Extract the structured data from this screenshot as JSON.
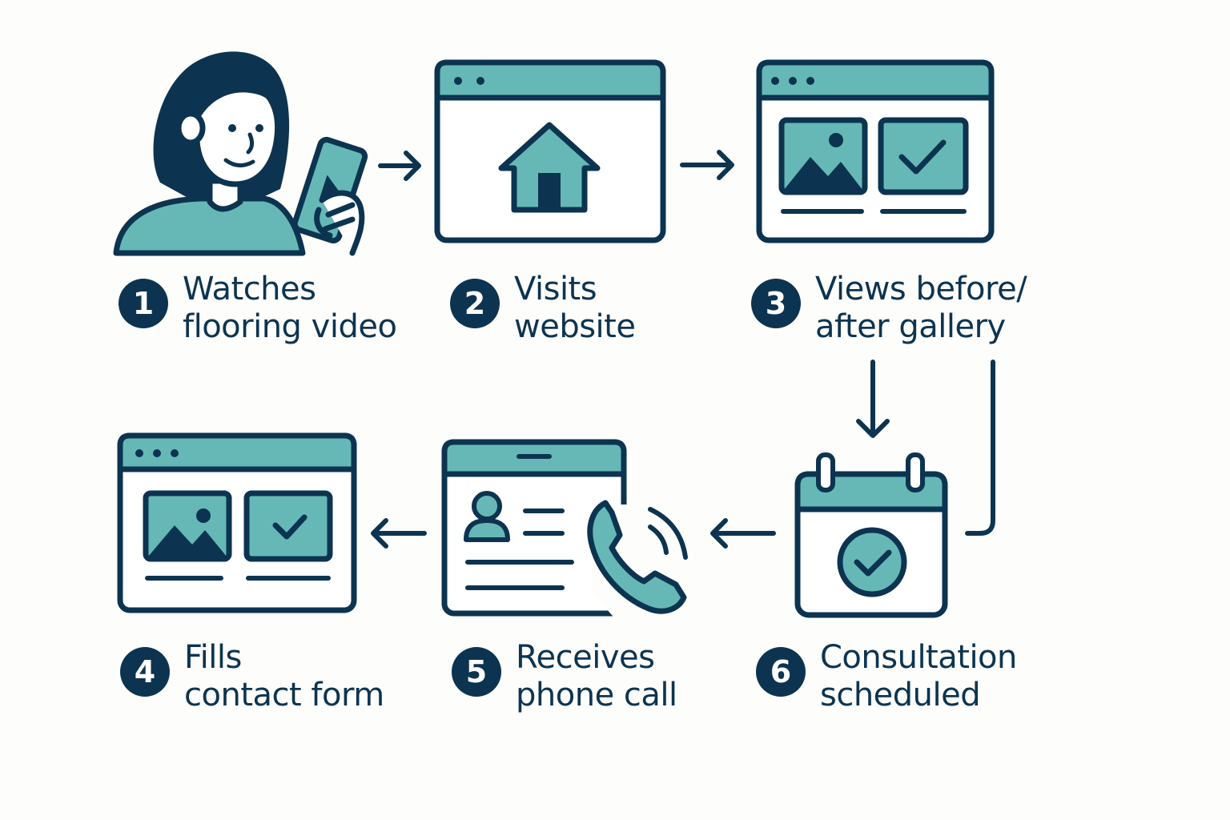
{
  "colors": {
    "ink": "#0c3450",
    "accent": "#66b8b6",
    "background": "#fdfdfb"
  },
  "steps": [
    {
      "number": "1",
      "line1": "Watches",
      "line2": "flooring video",
      "icon": "person-watching-phone-icon"
    },
    {
      "number": "2",
      "line1": "Visits",
      "line2": "website",
      "icon": "browser-home-icon"
    },
    {
      "number": "3",
      "line1": "Views before/",
      "line2": "after gallery",
      "icon": "browser-gallery-icon"
    },
    {
      "number": "4",
      "line1": "Fills",
      "line2": "contact form",
      "icon": "browser-form-icon"
    },
    {
      "number": "5",
      "line1": "Receives",
      "line2": "phone call",
      "icon": "contact-card-phone-icon"
    },
    {
      "number": "6",
      "line1": "Consultation",
      "line2": "scheduled",
      "icon": "calendar-check-icon"
    }
  ]
}
